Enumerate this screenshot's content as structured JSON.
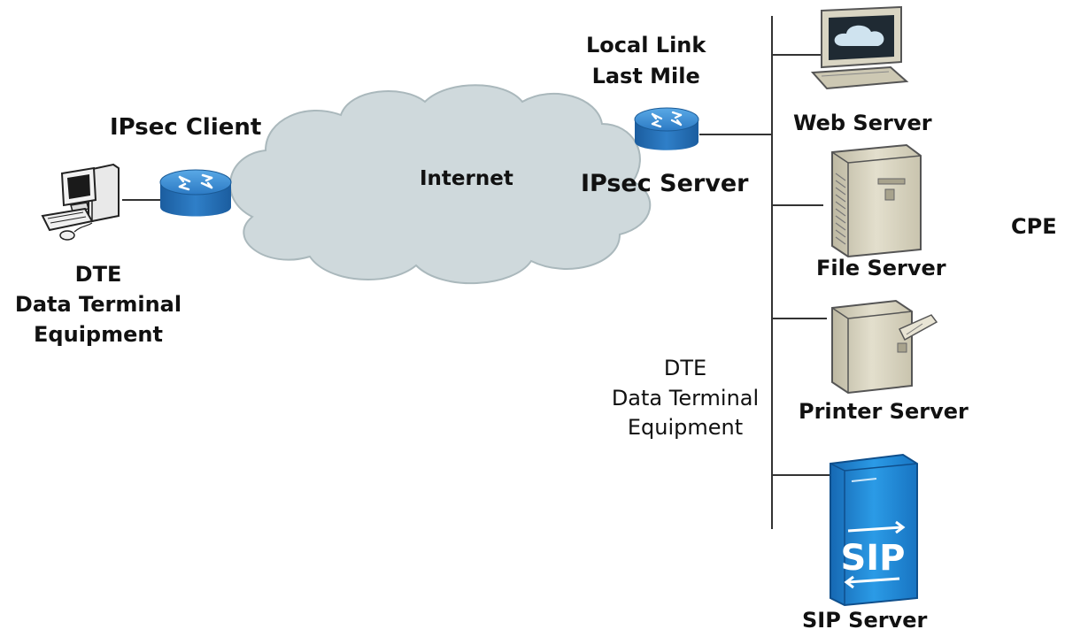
{
  "colors": {
    "cloud_fill": "#cfd9dc",
    "cloud_stroke": "#a9b7bb",
    "router_top": "#3a8ed6",
    "router_side": "#1f64a8",
    "line": "#333333",
    "server_beige": "#d9d5c3",
    "sip_blue": "#1e88d6"
  },
  "icons": {
    "client_pc": "desktop-computer-icon",
    "client_router": "router-icon",
    "server_router": "router-icon",
    "cloud": "internet-cloud-icon",
    "web_server": "monitor-icon",
    "file_server": "tower-server-icon",
    "printer_server": "printer-icon",
    "sip_server": "sip-server-icon"
  },
  "labels": {
    "ipsec_client": "IPsec Client",
    "internet": "Internet",
    "local_link_1": "Local Link",
    "local_link_2": "Last Mile",
    "ipsec_server": "IPsec Server",
    "dte_left_1": "DTE",
    "dte_left_2": "Data Terminal",
    "dte_left_3": "Equipment",
    "dte_right_1": "DTE",
    "dte_right_2": "Data Terminal",
    "dte_right_3": "Equipment",
    "web_server": "Web Server",
    "file_server": "File Server",
    "printer_server": "Printer Server",
    "sip_server": "SIP Server",
    "cpe": "CPE",
    "sip_logo": "SIP"
  }
}
